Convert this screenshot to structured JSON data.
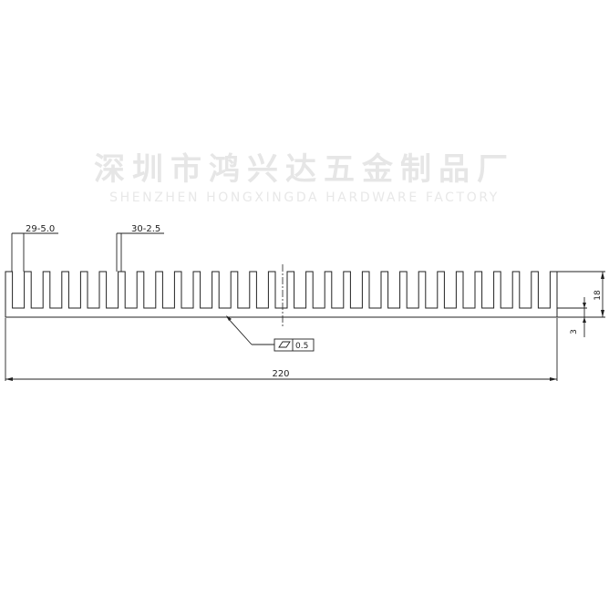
{
  "watermark": {
    "cn": "深圳市鸿兴达五金制品厂",
    "en": "SHENZHEN HONGXINGDA HARDWARE FACTORY"
  },
  "drawing": {
    "fin_callout": "29-5.0",
    "gap_callout": "30-2.5",
    "flatness_value": "0.5",
    "overall_width": "220",
    "height": "18",
    "base_thickness": "3",
    "fin_count": 29,
    "colors": {
      "line": "#222222",
      "watermark": "#e6e6e6"
    }
  }
}
